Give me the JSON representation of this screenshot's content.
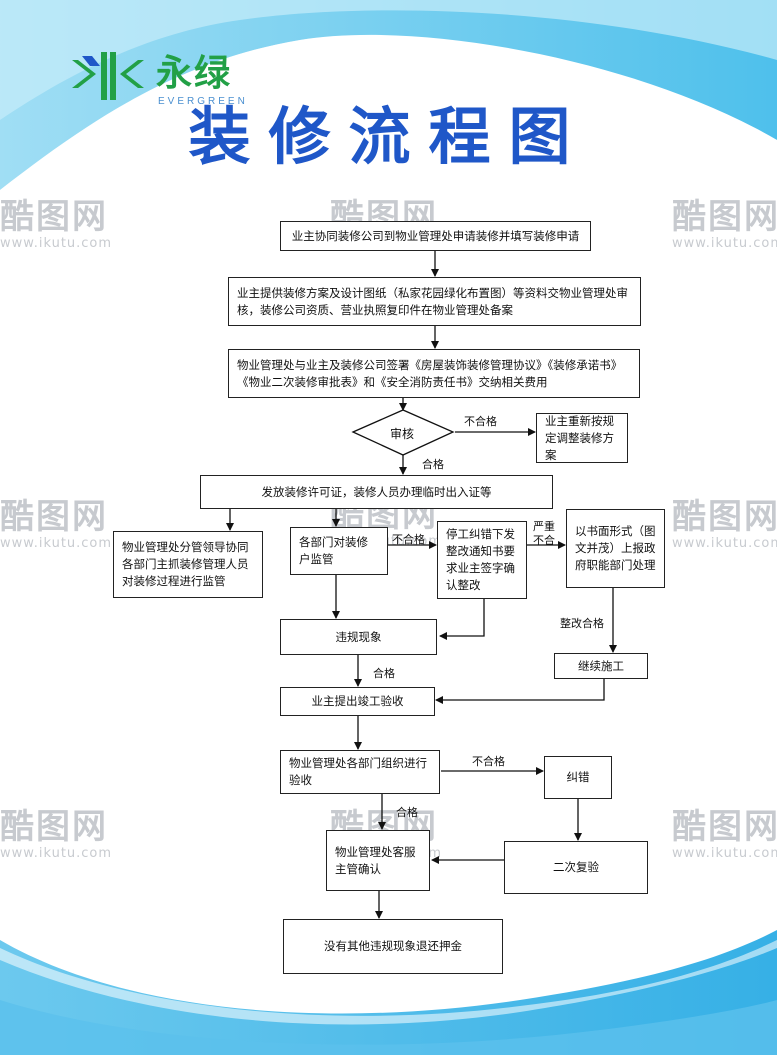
{
  "brand": {
    "name_cn": "永绿",
    "name_en": "EVERGREEN",
    "color": "#22a046"
  },
  "title": "装修流程图",
  "title_color": "#1f57c8",
  "watermark": {
    "text_cn": "酷图网",
    "url": "www.ikutu.com"
  },
  "steps": {
    "apply": "业主协同装修公司到物业管理处申请装修并填写装修申请",
    "submit_docs": "业主提供装修方案及设计图纸（私家花园绿化布置图）等资料交物业管理处审核，装修公司资质、营业执照复印件在物业管理处备案",
    "sign_agreements": "物业管理处与业主及装修公司签署《房屋装饰装修管理协议》《装修承诺书》《物业二次装修审批表》和《安全消防责任书》交纳相关费用",
    "review": "审核",
    "readjust": "业主重新按规定调整装修方案",
    "issue_permit": "发放装修许可证，装修人员办理临时出入证等",
    "supervise_lead": "物业管理处分管领导协同各部门主抓装修管理人员对装修过程进行监管",
    "dept_supervise": "各部门对装修户监管",
    "stop_rectify": "停工纠错下发整改通知书要求业主签字确认整改",
    "report_gov": "以书面形式（图文并茂）上报政府职能部门处理",
    "violation": "违规现象",
    "continue_work": "继续施工",
    "completion_request": "业主提出竣工验收",
    "dept_acceptance": "物业管理处各部门组织进行验收",
    "correct": "纠错",
    "re_inspect": "二次复验",
    "cs_confirm": "物业管理处客服主管确认",
    "refund_deposit": "没有其他违规现象退还押金"
  },
  "edge_labels": {
    "fail_review": "不合格",
    "pass_review": "合格",
    "fail_supervise": "不合格",
    "serious": "严重\n不合",
    "rectified": "整改合格",
    "pass_violation": "合格",
    "fail_acceptance": "不合格",
    "pass_acceptance": "合格"
  }
}
